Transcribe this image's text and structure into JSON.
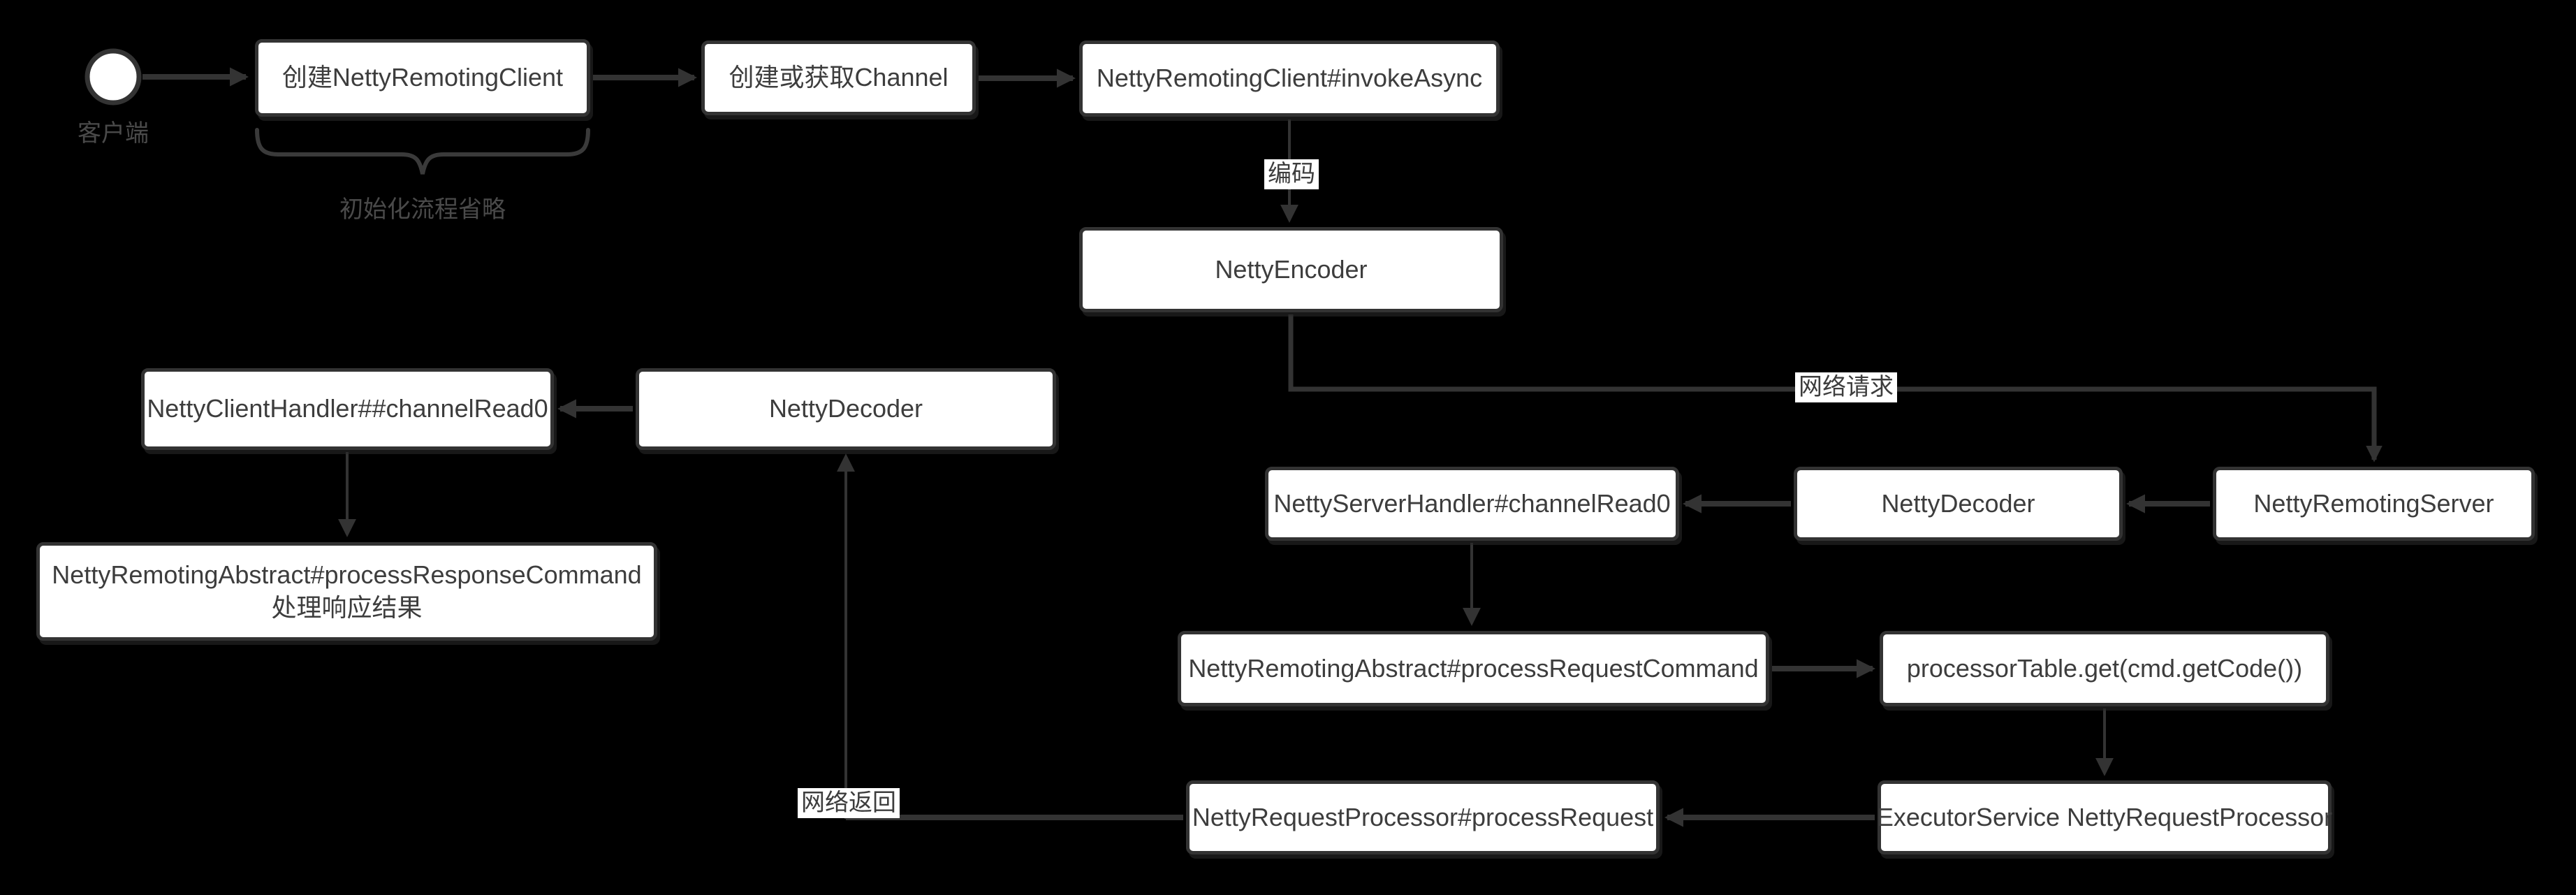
{
  "colors": {
    "background": "#000000",
    "node_fill": "#ffffff",
    "node_border": "#333333",
    "node_text": "#3d3d3d",
    "edge": "#333333",
    "muted_label": "#4a4a4a"
  },
  "start_node": {
    "label": "客户端"
  },
  "notes": {
    "init_omitted": "初始化流程省略"
  },
  "edge_labels": {
    "encode": "编码",
    "network_request": "网络请求",
    "network_return": "网络返回"
  },
  "nodes": {
    "create_client": {
      "label": "创建NettyRemotingClient"
    },
    "get_channel": {
      "label": "创建或获取Channel"
    },
    "invoke_async": {
      "label": "NettyRemotingClient#invokeAsync"
    },
    "netty_encoder": {
      "label": "NettyEncoder"
    },
    "remoting_server": {
      "label": "NettyRemotingServer"
    },
    "server_decoder": {
      "label": "NettyDecoder"
    },
    "server_handler": {
      "label": "NettyServerHandler#channelRead0"
    },
    "process_request": {
      "label": "NettyRemotingAbstract#processRequestCommand"
    },
    "processor_table": {
      "label": "processorTable.get(cmd.getCode())"
    },
    "executor": {
      "label": "ExecutorService NettyRequestProcessor"
    },
    "request_processor": {
      "label": "NettyRequestProcessor#processRequest"
    },
    "client_decoder": {
      "label": "NettyDecoder"
    },
    "client_handler": {
      "label": "NettyClientHandler##channelRead0"
    },
    "process_response": {
      "label": "NettyRemotingAbstract#processResponseCommand",
      "label2": "处理响应结果"
    }
  }
}
